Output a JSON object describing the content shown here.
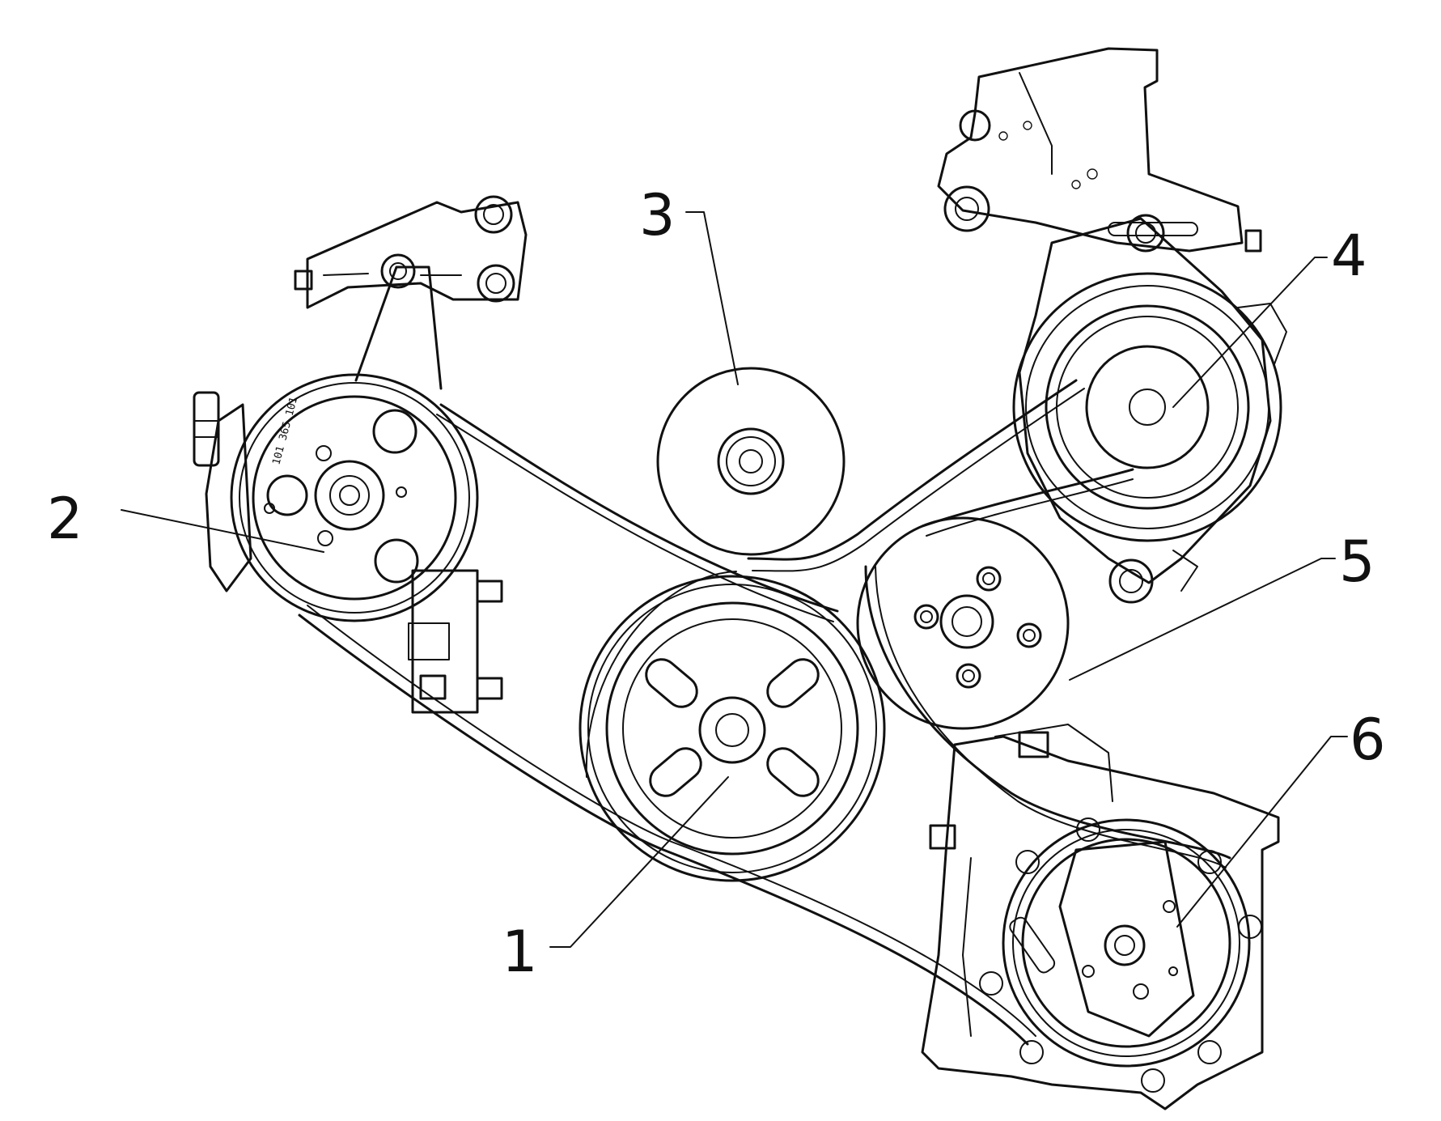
{
  "callouts": {
    "c1": "1",
    "c2": "2",
    "c3": "3",
    "c4": "4",
    "c5": "5",
    "c6": "6"
  },
  "pump_marking": "101 365 101"
}
